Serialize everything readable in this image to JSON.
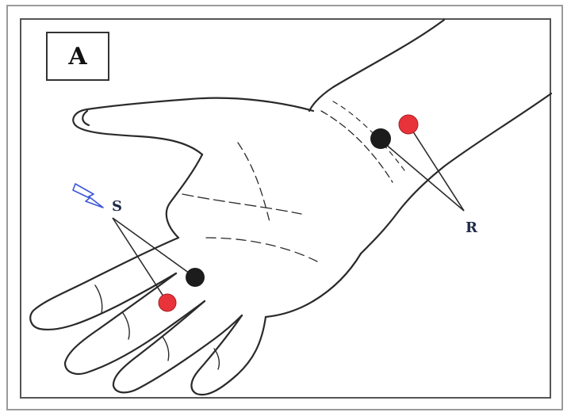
{
  "figure": {
    "panel_label": "A",
    "stimulation_label": "S",
    "recording_label": "R"
  },
  "colors": {
    "frame": "#555555",
    "outline": "#2a2a2a",
    "active_electrode": "#e8333a",
    "reference_electrode": "#1c1c1c",
    "stimulus_icon": "#3b57d6",
    "label_text": "#1e2b4a"
  },
  "icons": [
    "lightning-bolt-icon"
  ]
}
